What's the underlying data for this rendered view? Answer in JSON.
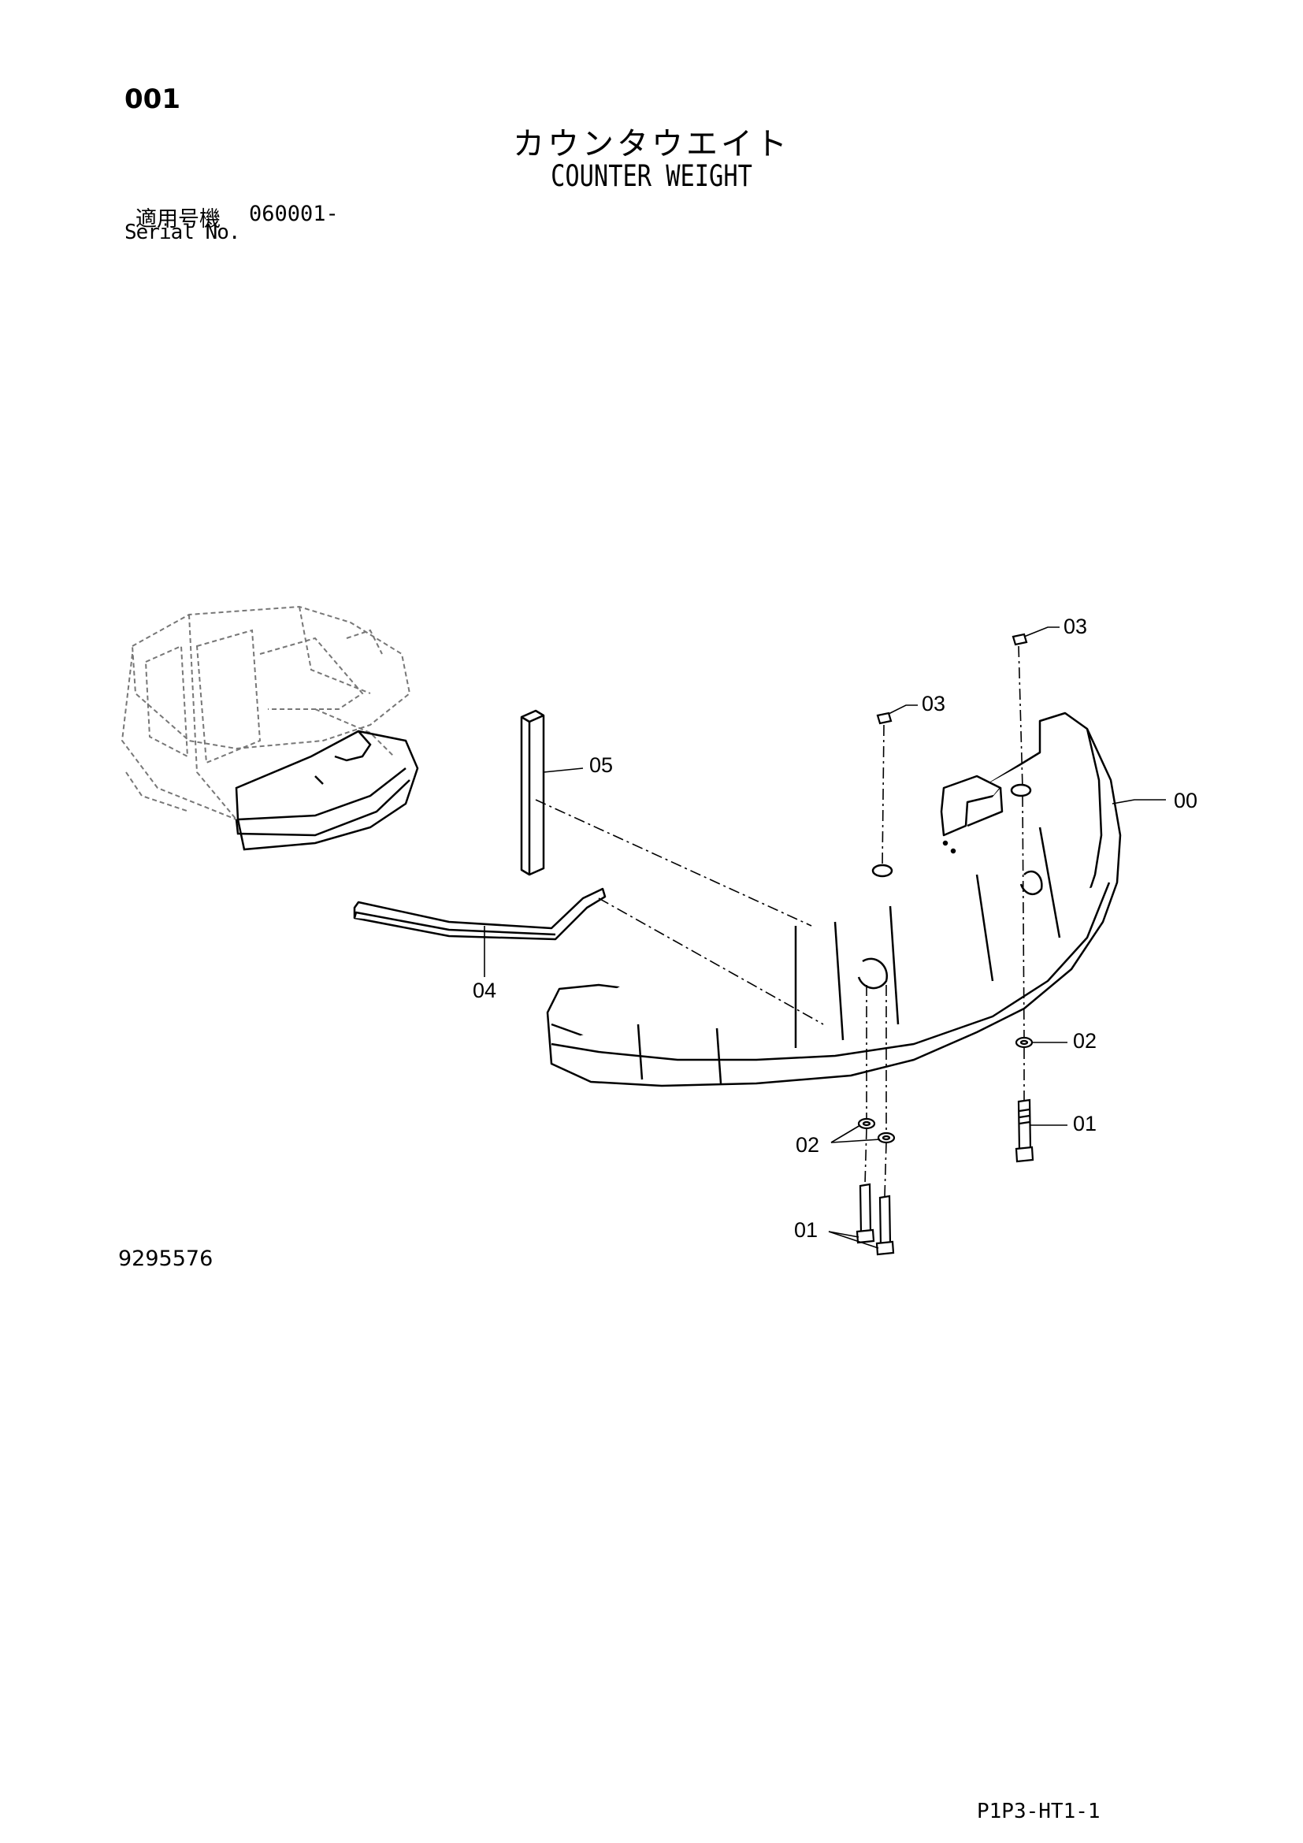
{
  "header": {
    "page_number": "001",
    "title_jp": "カウンタウエイト",
    "title_en": "COUNTER WEIGHT",
    "serial_label_jp": "適用号機",
    "serial_range": "060001-",
    "serial_label_en": "Serial No."
  },
  "diagram": {
    "callouts": {
      "counterweight": "00",
      "bolt_right": "01",
      "bolts_left": "01",
      "washer_right": "02",
      "washers_left": "02",
      "cap_top_right": "03",
      "cap_top_left": "03",
      "plate": "04",
      "bar": "05"
    }
  },
  "footer": {
    "drawing_number": "9295576",
    "page_code": "P1P3-HT1-1"
  }
}
